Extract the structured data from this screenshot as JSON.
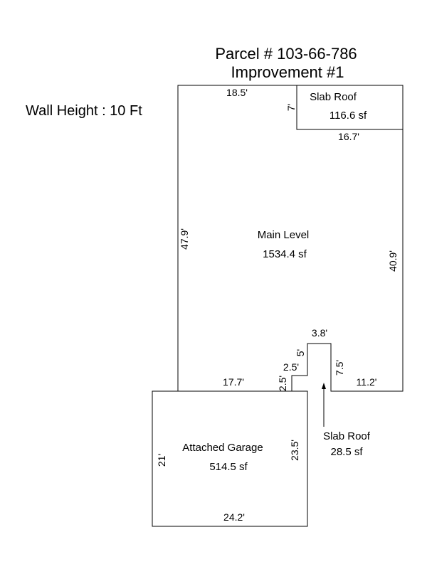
{
  "title": {
    "line1": "Parcel # 103-66-786",
    "line2": "Improvement #1"
  },
  "wall_height": "Wall Height : 10 Ft",
  "areas": {
    "main": {
      "name": "Main Level",
      "area": "1534.4 sf"
    },
    "slab_top": {
      "name": "Slab Roof",
      "area": "116.6 sf"
    },
    "garage": {
      "name": "Attached Garage",
      "area": "514.5 sf"
    },
    "slab_bottom": {
      "name": "Slab Roof",
      "area": "28.5 sf"
    }
  },
  "dims": {
    "main_top": "18.5'",
    "slab_side": "7'",
    "slab_bottom": "16.7'",
    "main_left": "47.9'",
    "main_right": "40.9'",
    "notch_top": "3.8'",
    "notch_left": "5'",
    "notch_right": "7.5'",
    "step_top": "2.5'",
    "step_side": "2.5'",
    "main_bottom_left": "17.7'",
    "main_bottom_right": "11.2'",
    "garage_left": "21'",
    "garage_right": "23.5'",
    "garage_bottom": "24.2'"
  }
}
